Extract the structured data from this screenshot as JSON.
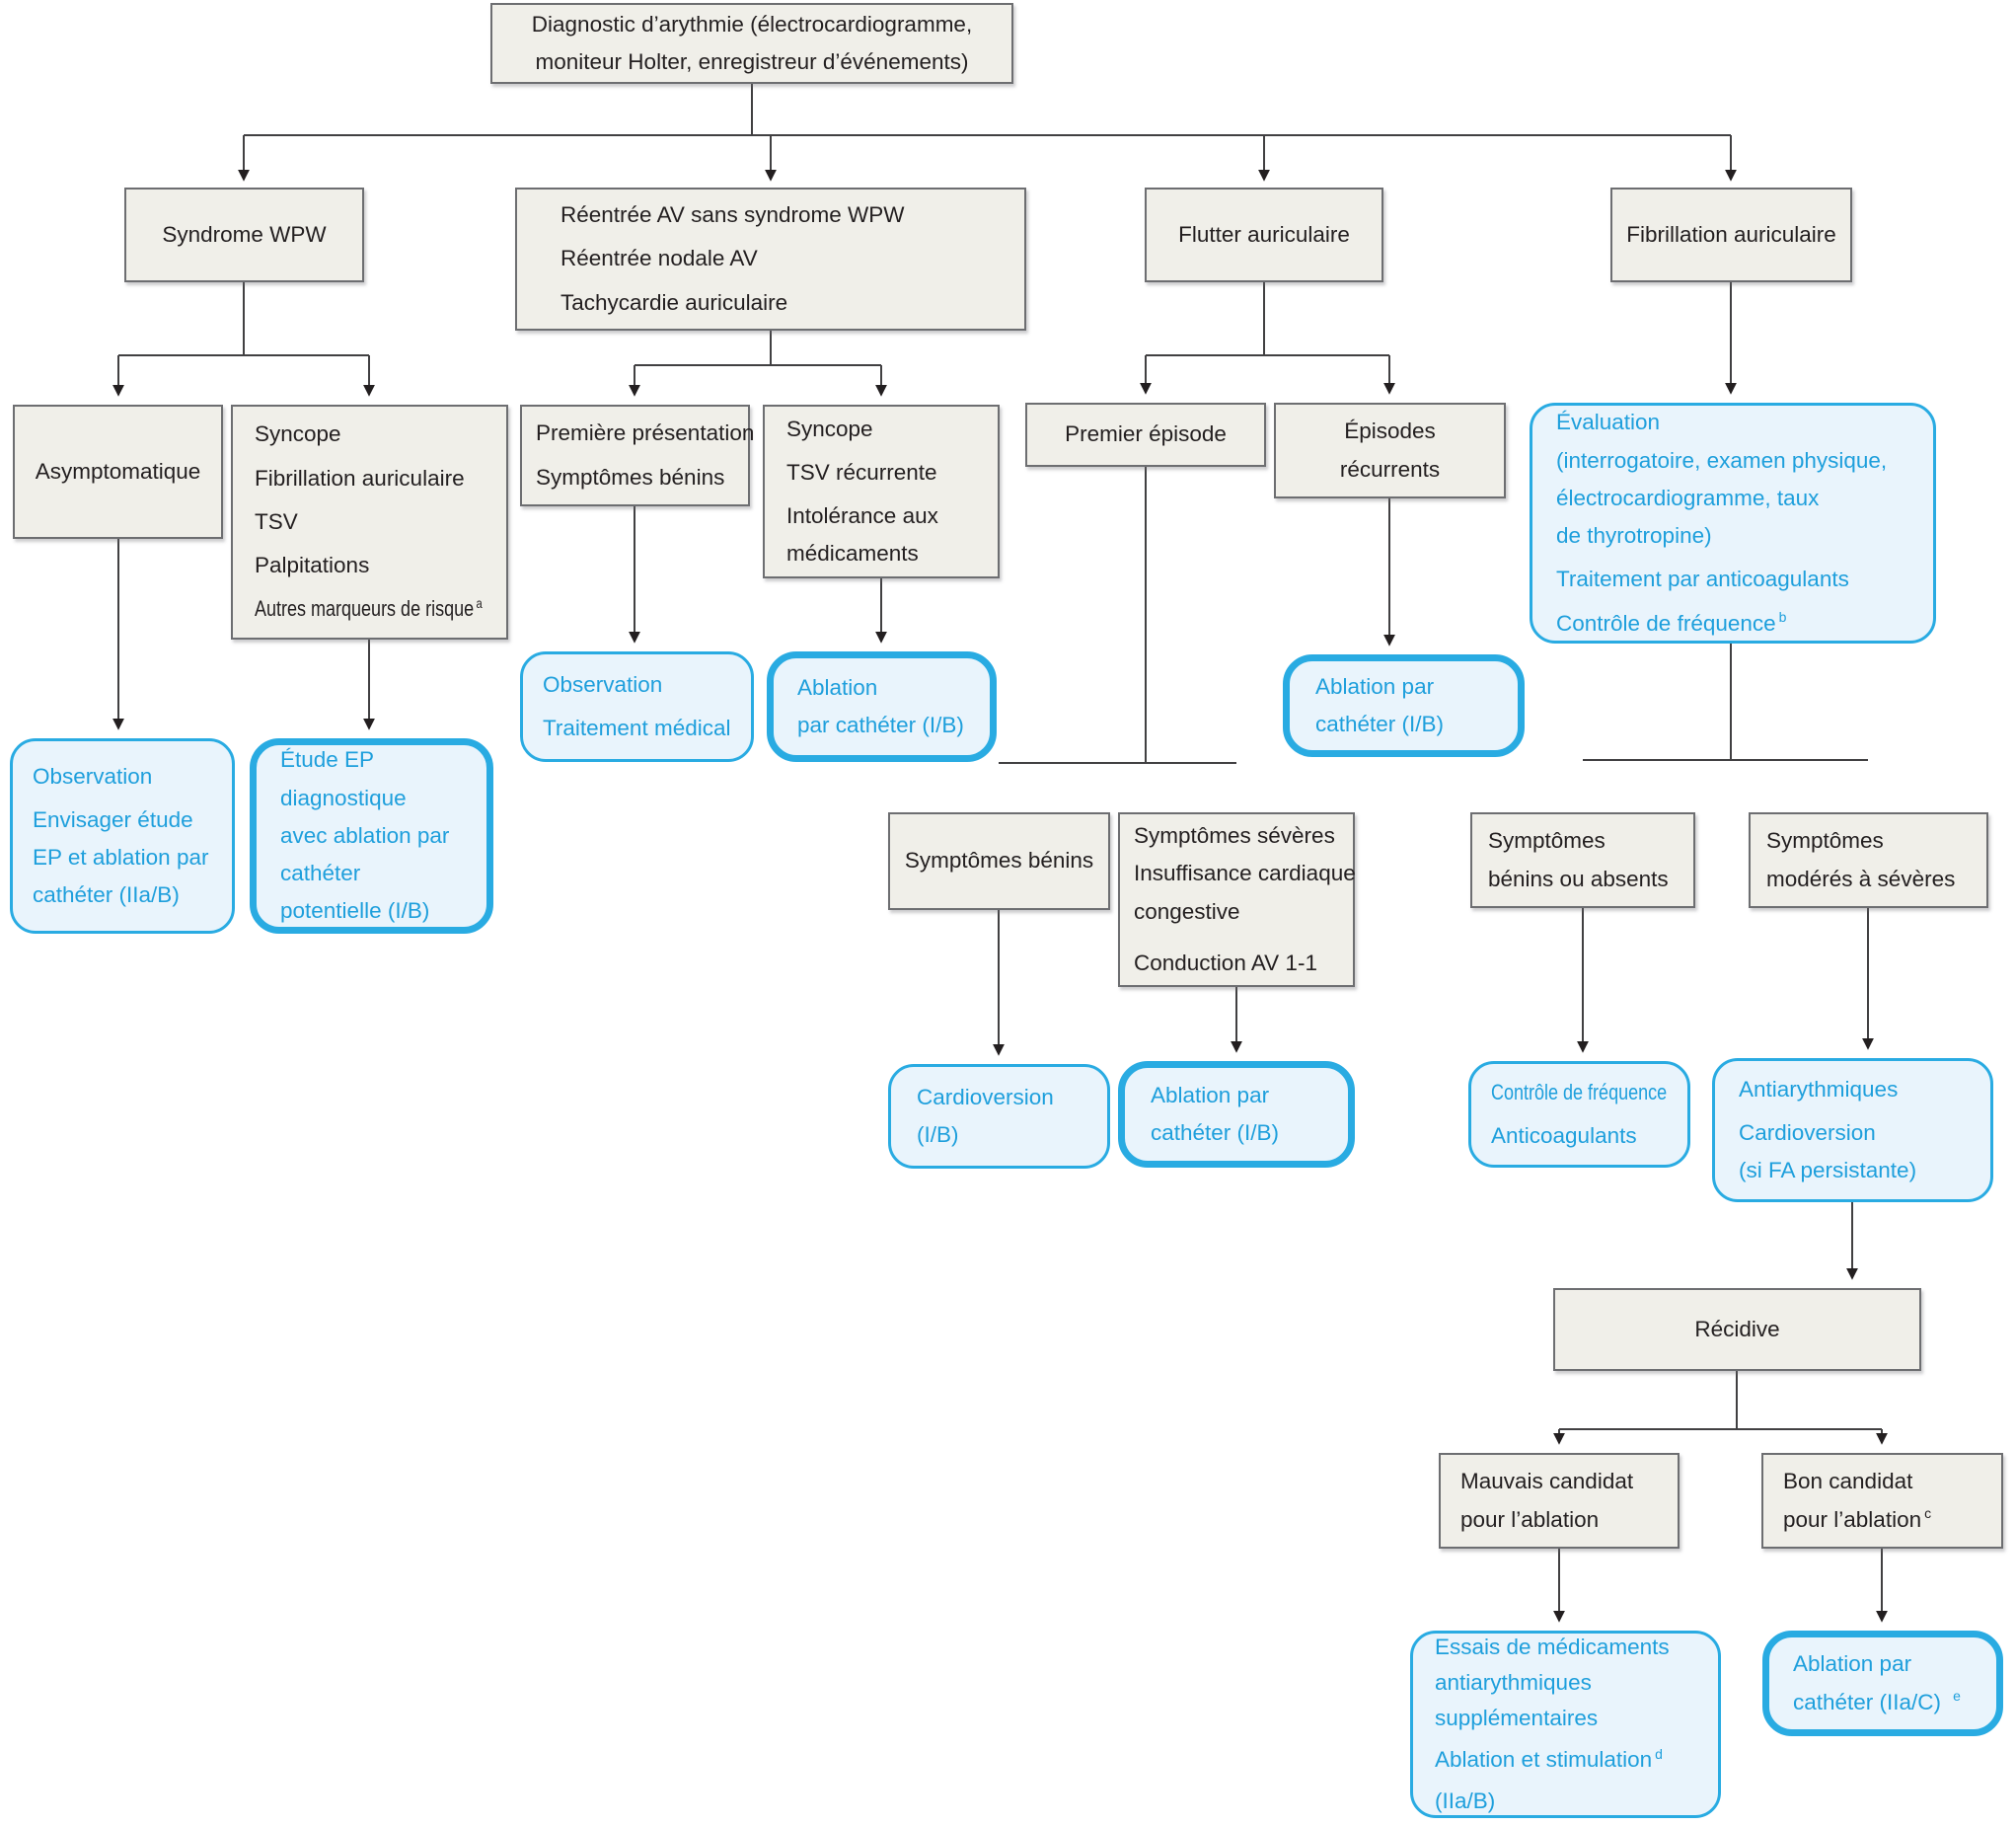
{
  "figure": {
    "diagram_type": "flowchart",
    "colors": {
      "box_fill": "#F0EFE9",
      "box_border": "#6D6E71",
      "accent_blue": "#29ABE2",
      "accent_fill": "#E9F4FC",
      "text_dark": "#231F20",
      "connector": "#414042"
    }
  },
  "nodes": {
    "diagnostic": {
      "lines": [
        "Diagnostic d’arythmie (électrocardiogramme,",
        "moniteur Holter, enregistreur d’événements)"
      ]
    },
    "wpw": {
      "lines": [
        "Syndrome WPW"
      ]
    },
    "reentree": {
      "lines": [
        "Réentrée AV sans syndrome WPW",
        "Réentrée nodale AV",
        "Tachycardie auriculaire"
      ]
    },
    "flutter": {
      "lines": [
        "Flutter auriculaire"
      ]
    },
    "fibrillation": {
      "lines": [
        "Fibrillation auriculaire"
      ]
    },
    "asympto": {
      "lines": [
        "Asymptomatique"
      ]
    },
    "syncope_risk": {
      "lines": [
        "Syncope",
        "Fibrillation auriculaire",
        "TSV",
        "Palpitations",
        "Autres marqueurs de risque"
      ],
      "sup": "a"
    },
    "premiere": {
      "lines": [
        "Première présentation",
        "Symptômes bénins"
      ]
    },
    "syncope_tsv": {
      "lines": [
        "Syncope",
        "TSV récurrente",
        "Intolérance aux",
        "médicaments"
      ]
    },
    "premier_episode": {
      "lines": [
        "Premier épisode"
      ]
    },
    "episodes_recurrents": {
      "lines": [
        "Épisodes",
        "récurrents"
      ]
    },
    "symptomes_benins": {
      "lines": [
        "Symptômes bénins"
      ]
    },
    "symptomes_severes": {
      "lines": [
        "Symptômes sévères",
        "Insuffisance cardiaque",
        "congestive",
        "Conduction AV 1-1"
      ]
    },
    "sb_absents": {
      "lines": [
        "Symptômes",
        "bénins ou absents"
      ]
    },
    "sm_severes": {
      "lines": [
        "Symptômes",
        "modérés à sévères"
      ]
    },
    "recidive": {
      "lines": [
        "Récidive"
      ]
    },
    "mauvais": {
      "lines": [
        "Mauvais candidat",
        "pour l’ablation"
      ]
    },
    "bon": {
      "lines": [
        "Bon candidat",
        "pour l’ablation"
      ],
      "sup": "c"
    },
    "obs_envisager": {
      "lines": [
        "Observation",
        "Envisager étude",
        "EP et ablation par",
        "cathéter (IIa/B)"
      ]
    },
    "etude_ep": {
      "lines": [
        "Étude EP",
        "diagnostique",
        "avec ablation par",
        "cathéter",
        "potentielle (I/B)"
      ]
    },
    "obs_traitement": {
      "lines": [
        "Observation",
        "Traitement médical"
      ]
    },
    "ablation_ib_reentree": {
      "lines": [
        "Ablation",
        "par cathéter (I/B)"
      ]
    },
    "ablation_flutter": {
      "lines": [
        "Ablation par",
        "cathéter (I/B)"
      ]
    },
    "evaluation": {
      "lines": [
        "Évaluation",
        "(interrogatoire, examen physique,",
        "électrocardiogramme, taux",
        "de thyrotropine)",
        "Traitement par anticoagulants",
        "Contrôle de fréquence"
      ],
      "sup": "b"
    },
    "cardioversion": {
      "lines": [
        "Cardioversion",
        "(I/B)"
      ]
    },
    "ablation_severe": {
      "lines": [
        "Ablation par",
        "cathéter (I/B)"
      ]
    },
    "controle_freq": {
      "lines": [
        "Contrôle de fréquence",
        "Anticoagulants"
      ]
    },
    "antiarythmiques": {
      "lines": [
        "Antiarythmiques",
        "Cardioversion",
        "(si FA persistante)"
      ]
    },
    "essais": {
      "lines": [
        "Essais de médicaments",
        "antiarythmiques",
        "supplémentaires",
        "Ablation et stimulation",
        "(IIa/B)"
      ],
      "sup": "d"
    },
    "ablation_iiac": {
      "lines": [
        "Ablation par",
        "cathéter (IIa/C)"
      ],
      "sup": "e"
    }
  },
  "edges": [
    {
      "from": "diagnostic",
      "to": "wpw"
    },
    {
      "from": "diagnostic",
      "to": "reentree"
    },
    {
      "from": "diagnostic",
      "to": "flutter"
    },
    {
      "from": "diagnostic",
      "to": "fibrillation"
    },
    {
      "from": "wpw",
      "to": "asympto"
    },
    {
      "from": "wpw",
      "to": "syncope_risk"
    },
    {
      "from": "asympto",
      "to": "obs_envisager"
    },
    {
      "from": "syncope_risk",
      "to": "etude_ep"
    },
    {
      "from": "reentree",
      "to": "premiere"
    },
    {
      "from": "reentree",
      "to": "syncope_tsv"
    },
    {
      "from": "premiere",
      "to": "obs_traitement"
    },
    {
      "from": "syncope_tsv",
      "to": "ablation_ib_reentree"
    },
    {
      "from": "flutter",
      "to": "premier_episode"
    },
    {
      "from": "flutter",
      "to": "episodes_recurrents"
    },
    {
      "from": "premier_episode",
      "to": "symptomes_benins"
    },
    {
      "from": "premier_episode",
      "to": "symptomes_severes"
    },
    {
      "from": "episodes_recurrents",
      "to": "ablation_flutter"
    },
    {
      "from": "symptomes_benins",
      "to": "cardioversion"
    },
    {
      "from": "symptomes_severes",
      "to": "ablation_severe"
    },
    {
      "from": "fibrillation",
      "to": "evaluation"
    },
    {
      "from": "evaluation",
      "to": "sb_absents"
    },
    {
      "from": "evaluation",
      "to": "sm_severes"
    },
    {
      "from": "sb_absents",
      "to": "controle_freq"
    },
    {
      "from": "sm_severes",
      "to": "antiarythmiques"
    },
    {
      "from": "antiarythmiques",
      "to": "recidive"
    },
    {
      "from": "recidive",
      "to": "mauvais"
    },
    {
      "from": "recidive",
      "to": "bon"
    },
    {
      "from": "mauvais",
      "to": "essais"
    },
    {
      "from": "bon",
      "to": "ablation_iiac"
    }
  ]
}
